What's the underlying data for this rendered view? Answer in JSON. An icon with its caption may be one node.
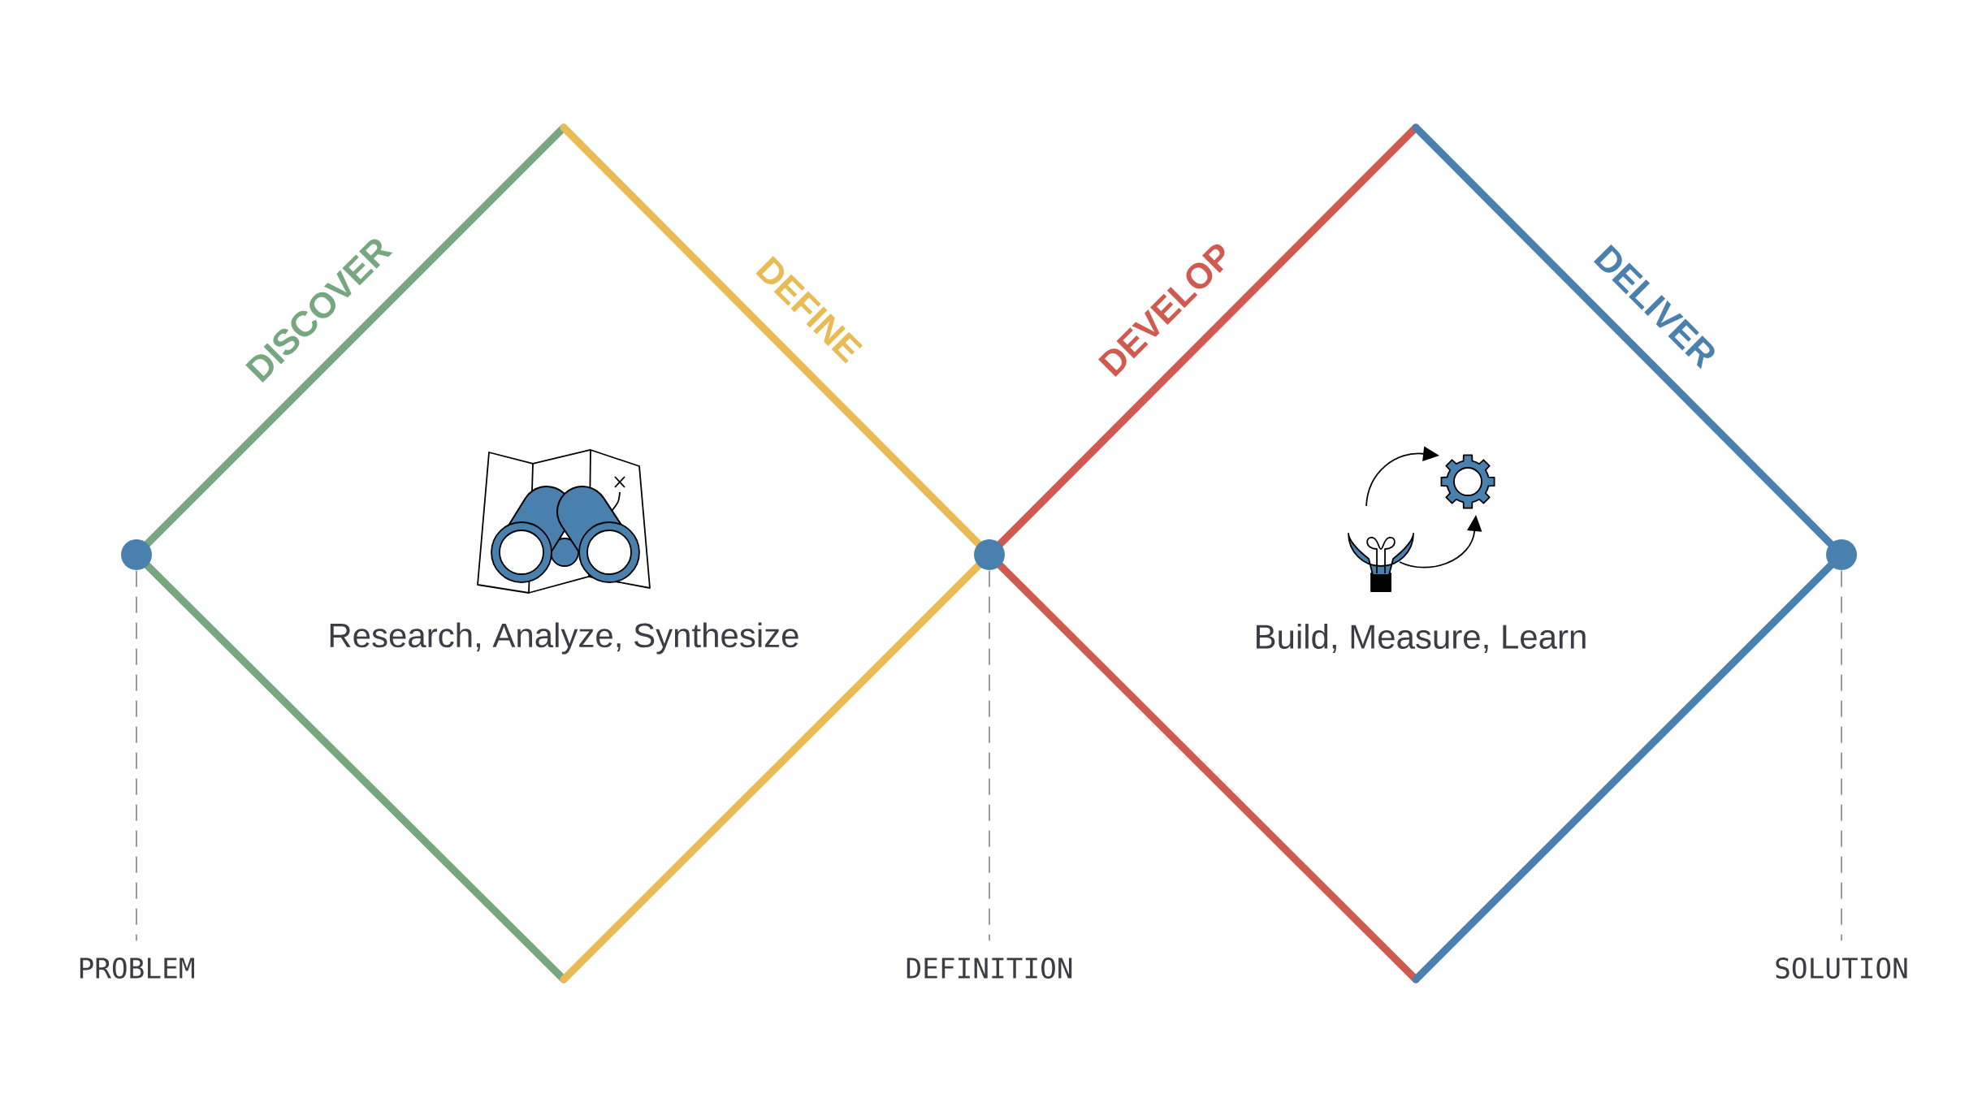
{
  "diagram": {
    "nodes": [
      {
        "text": [],
        "shape": "circle"
      },
      {
        "text": [],
        "shape": "circle"
      },
      {
        "text": [],
        "shape": "circle"
      },
      {
        "text": [
          "PROBLEM"
        ]
      },
      {
        "text": [
          "DEFINITION"
        ]
      },
      {
        "text": [
          "SOLUTION"
        ]
      }
    ],
    "edges": [
      {
        "from": 0,
        "to": 3,
        "arrow": "none",
        "style": "dashed"
      },
      {
        "from": 1,
        "to": 4,
        "arrow": "none",
        "style": "dashed"
      },
      {
        "from": 2,
        "to": 5,
        "arrow": "none",
        "style": "dashed"
      }
    ],
    "labels": [
      "DISCOVER",
      "DEFINE",
      "DEVELOP",
      "DELIVER",
      "Research, Analyze, Synthesize",
      "Build, Measure, Learn"
    ]
  }
}
